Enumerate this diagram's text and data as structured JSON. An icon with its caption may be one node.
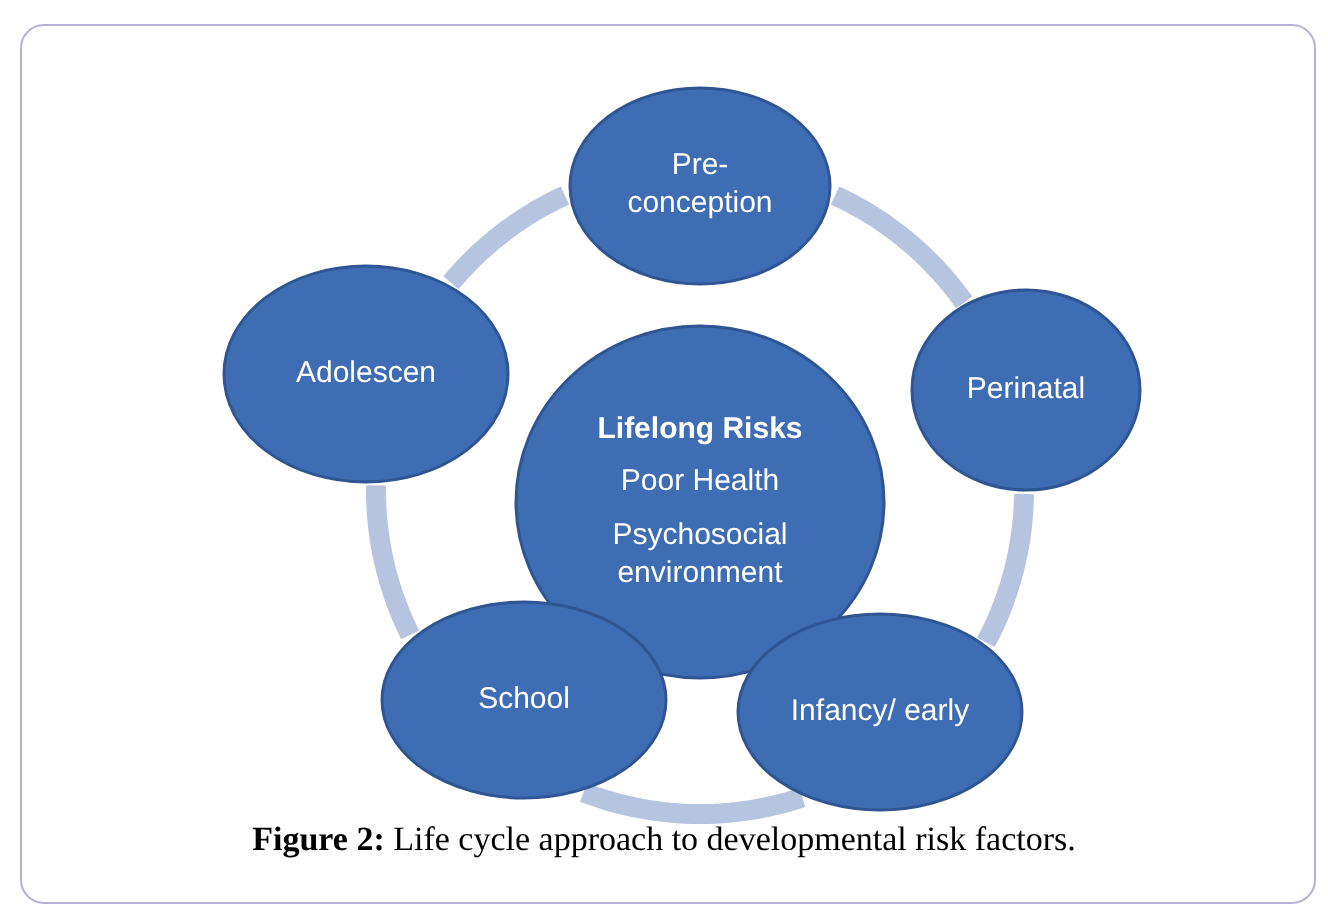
{
  "diagram": {
    "caption": "**Figure 2:** Life cycle approach to developmental risk factors.",
    "nodes": [
      {
        "text": [
          "Pre- conception"
        ]
      },
      {
        "text": [
          "Adolescen"
        ]
      },
      {
        "text": [
          "Lifelong Risks",
          "Poor Health",
          "Psychosocial environment"
        ]
      },
      {
        "text": [
          "Perinatal"
        ]
      },
      {
        "text": [
          "School"
        ]
      },
      {
        "text": [
          "Infancy/ early"
        ]
      }
    ],
    "edges": [
      {
        "from": 0,
        "to": 3,
        "arrow": "none"
      },
      {
        "from": 3,
        "to": 5,
        "arrow": "none"
      },
      {
        "from": 5,
        "to": 4,
        "arrow": "none"
      },
      {
        "from": 4,
        "to": 1,
        "arrow": "none"
      },
      {
        "from": 1,
        "to": 0,
        "arrow": "none"
      }
    ]
  }
}
